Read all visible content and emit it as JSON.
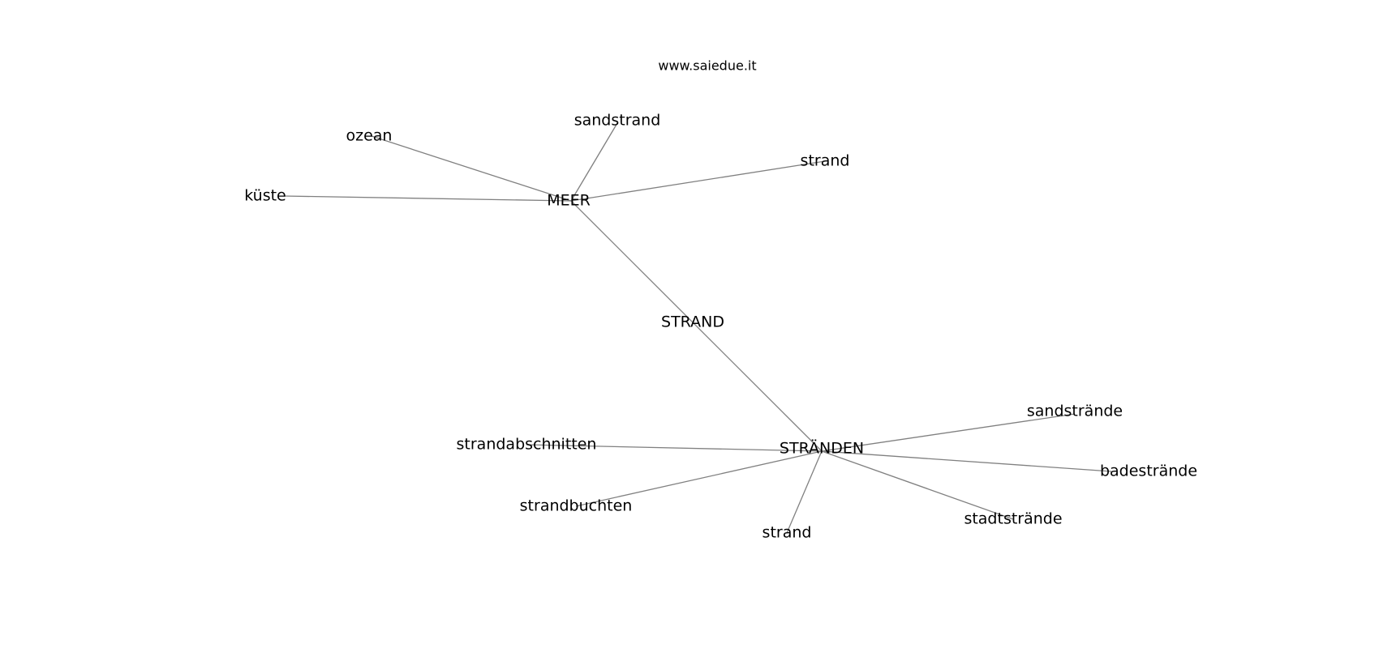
{
  "watermark": "www.saiedue.it",
  "graph": {
    "nodes": [
      {
        "id": "meer",
        "label": "MEER"
      },
      {
        "id": "sandstrand",
        "label": "sandstrand"
      },
      {
        "id": "ozean",
        "label": "ozean"
      },
      {
        "id": "kueste",
        "label": "küste"
      },
      {
        "id": "strand_a",
        "label": "strand"
      },
      {
        "id": "strand_center",
        "label": "STRAND"
      },
      {
        "id": "straenden",
        "label": "STRÄNDEN"
      },
      {
        "id": "sandstraende",
        "label": "sandstrände"
      },
      {
        "id": "badestraende",
        "label": "badestrände"
      },
      {
        "id": "stadtstraende",
        "label": "stadtstrände"
      },
      {
        "id": "strand_b",
        "label": "strand"
      },
      {
        "id": "strandbuchten",
        "label": "strandbuchten"
      },
      {
        "id": "strandabschnitten",
        "label": "strandabschnitten"
      }
    ],
    "edges": [
      [
        "meer",
        "sandstrand"
      ],
      [
        "meer",
        "ozean"
      ],
      [
        "meer",
        "kueste"
      ],
      [
        "meer",
        "strand_a"
      ],
      [
        "meer",
        "straenden"
      ],
      [
        "straenden",
        "sandstraende"
      ],
      [
        "straenden",
        "badestraende"
      ],
      [
        "straenden",
        "stadtstraende"
      ],
      [
        "straenden",
        "strand_b"
      ],
      [
        "straenden",
        "strandbuchten"
      ],
      [
        "straenden",
        "strandabschnitten"
      ]
    ]
  }
}
